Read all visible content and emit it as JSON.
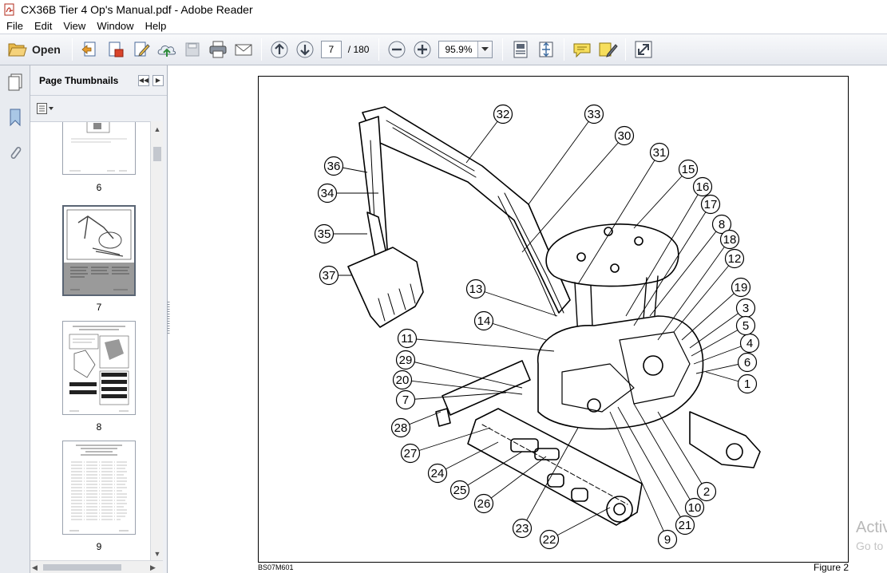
{
  "window": {
    "title": "CX36B Tier 4 Op's Manual.pdf - Adobe Reader"
  },
  "menu": [
    "File",
    "Edit",
    "View",
    "Window",
    "Help"
  ],
  "toolbar": {
    "open_label": "Open",
    "current_page": "7",
    "total_pages": "/ 180",
    "zoom": "95.9%"
  },
  "thumbnails_panel": {
    "title": "Page Thumbnails",
    "pages": [
      "6",
      "7",
      "8",
      "9"
    ],
    "selected_page": "7"
  },
  "document": {
    "callouts": [
      "1",
      "2",
      "3",
      "4",
      "5",
      "6",
      "7",
      "8",
      "9",
      "10",
      "11",
      "12",
      "13",
      "14",
      "15",
      "16",
      "17",
      "18",
      "19",
      "20",
      "21",
      "22",
      "23",
      "24",
      "25",
      "26",
      "27",
      "28",
      "29",
      "30",
      "31",
      "32",
      "33",
      "34",
      "35",
      "36",
      "37"
    ],
    "image_code": "BS07M601",
    "figure_label": "Figure 2"
  },
  "watermark": {
    "line1": "Activ",
    "line2": "Go to"
  },
  "colors": {
    "toolbar_top": "#f8f9fb",
    "toolbar_bottom": "#e6e9ef",
    "selected_thumb": "#5a6574"
  }
}
